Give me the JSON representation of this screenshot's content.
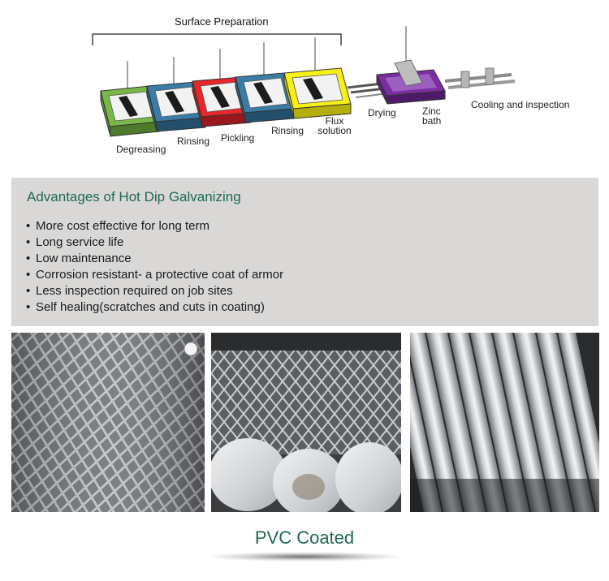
{
  "process": {
    "title": "Surface Preparation",
    "stages": [
      {
        "label": "Degreasing",
        "color": "#7ab648"
      },
      {
        "label": "Rinsing",
        "color": "#3a7ca5"
      },
      {
        "label": "Pickling",
        "color": "#e8262b"
      },
      {
        "label": "Rinsing",
        "color": "#3a7ca5"
      },
      {
        "label": "Flux solution",
        "color": "#f7f018"
      },
      {
        "label": "Drying",
        "color": ""
      },
      {
        "label": "Zinc bath",
        "color": "#7b2ea0"
      },
      {
        "label": "Cooling and inspection",
        "color": ""
      }
    ],
    "labels": {
      "degreasing": "Degreasing",
      "rinsing1": "Rinsing",
      "pickling": "Pickling",
      "rinsing2": "Rinsing",
      "flux_line1": "Flux",
      "flux_line2": "solution",
      "drying": "Drying",
      "zinc_line1": "Zinc",
      "zinc_line2": "bath",
      "cooling": "Cooling and inspection"
    }
  },
  "advantages": {
    "title": "Advantages of Hot Dip Galvanizing",
    "bullet": "•",
    "items": [
      "More cost effective for long term",
      "Long service life",
      "Low maintenance",
      "Corrosion resistant- a protective coat of armor",
      "Less inspection required on job sites",
      "Self healing(scratches and cuts in coating)"
    ]
  },
  "photos": [
    {
      "subject": "chain-link-mesh-roll"
    },
    {
      "subject": "wrapped-mesh-rolls"
    },
    {
      "subject": "galvanized-pipes"
    }
  ],
  "footer": {
    "title": "PVC Coated"
  }
}
